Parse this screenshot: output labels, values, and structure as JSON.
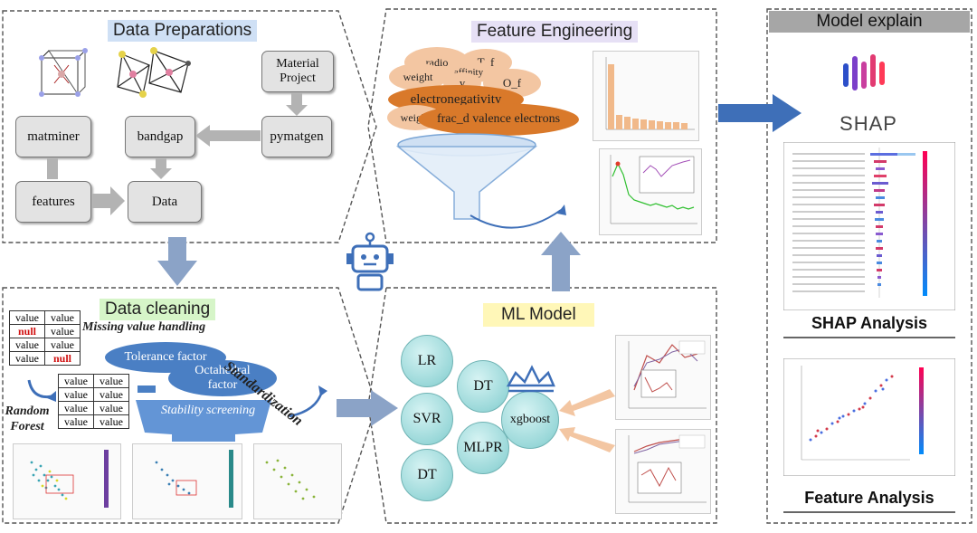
{
  "panels": {
    "data_prep": {
      "title": "Data Preparations"
    },
    "feature_eng": {
      "title": "Feature Engineering"
    },
    "model_explain": {
      "title": "Model explain"
    },
    "data_cleaning": {
      "title": "Data cleaning"
    },
    "ml_model": {
      "title": "ML Model"
    }
  },
  "data_prep": {
    "material_project": "Material Project",
    "pymatgen": "pymatgen",
    "bandgap": "bandgap",
    "matminer": "matminer",
    "features": "features",
    "data": "Data"
  },
  "feature_eng": {
    "radio": "radio",
    "t_f": "T_f",
    "weight1": "weight",
    "affinity": "affinity",
    "y": "y",
    "o_f": "O_f",
    "electronegativity": "electronegativity",
    "weight2": "weight",
    "frac_d": "frac_d valence electrons"
  },
  "data_cleaning": {
    "value": "value",
    "null": "null",
    "missing_value": "Missing value handling",
    "random_forest": "Random Forest",
    "tolerance": "Tolerance factor",
    "octahedral": "Octahedral factor",
    "stability": "Stability screening",
    "standardization": "Standardization"
  },
  "ml_model": {
    "lr": "LR",
    "dt1": "DT",
    "svr": "SVR",
    "mlpr": "MLPR",
    "dt2": "DT",
    "xgboost": "xgboost"
  },
  "model_explain": {
    "shap_logo": "SHAP",
    "shap_analysis": "SHAP Analysis",
    "feature_analysis": "Feature Analysis"
  },
  "colors": {
    "data_prep_title_bg": "#cfe0f5",
    "feature_title_bg": "#e6e0f5",
    "cleaning_title_bg": "#d6f5c8",
    "ml_title_bg": "#fff7b8",
    "arrow_blue": "#8ba3c7",
    "ellipse_orange": "#d9792a",
    "ellipse_peach": "#f3c6a2",
    "ellipse_blue": "#4a7fc4",
    "ml_circle": "#9ad8d9",
    "explain_header": "#a6a6a6"
  }
}
